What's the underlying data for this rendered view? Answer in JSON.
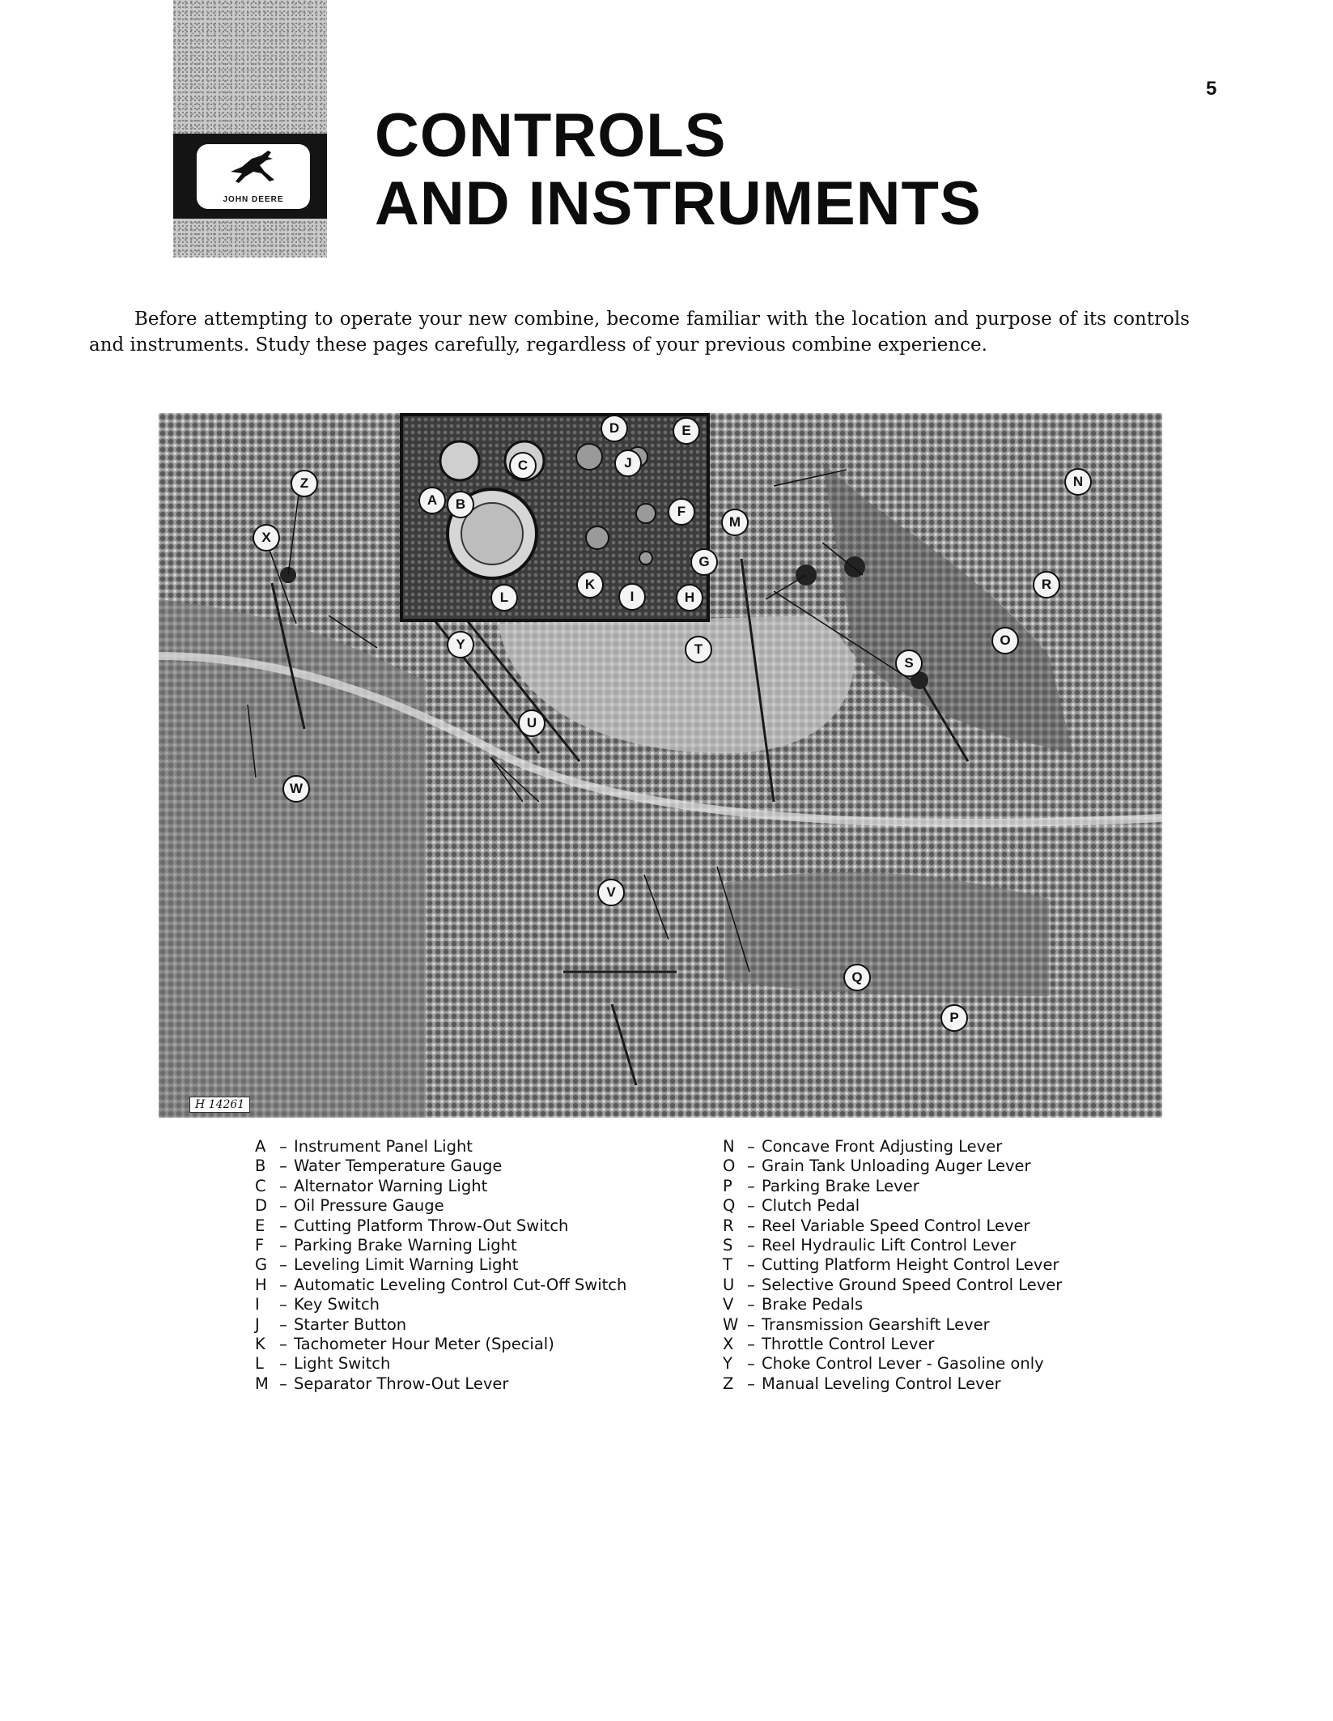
{
  "page": {
    "number": "5",
    "brand": "JOHN DEERE",
    "title_line1": "CONTROLS",
    "title_line2": "AND INSTRUMENTS",
    "intro": "Before attempting to operate your new combine, become familiar with the location and purpose of its controls and instruments. Study these pages carefully, regardless of your previous combine experience.",
    "figure_id": "H 14261"
  },
  "legend_left": [
    {
      "key": "A",
      "label": "Instrument Panel Light"
    },
    {
      "key": "B",
      "label": "Water Temperature Gauge"
    },
    {
      "key": "C",
      "label": "Alternator Warning Light"
    },
    {
      "key": "D",
      "label": "Oil Pressure Gauge"
    },
    {
      "key": "E",
      "label": "Cutting Platform Throw-Out Switch"
    },
    {
      "key": "F",
      "label": "Parking Brake Warning Light"
    },
    {
      "key": "G",
      "label": "Leveling Limit Warning Light"
    },
    {
      "key": "H",
      "label": "Automatic Leveling Control Cut-Off Switch"
    },
    {
      "key": "I",
      "label": "Key Switch"
    },
    {
      "key": "J",
      "label": "Starter Button"
    },
    {
      "key": "K",
      "label": "Tachometer Hour Meter (Special)"
    },
    {
      "key": "L",
      "label": "Light Switch"
    },
    {
      "key": "M",
      "label": "Separator Throw-Out Lever"
    }
  ],
  "legend_right": [
    {
      "key": "N",
      "label": "Concave Front Adjusting Lever"
    },
    {
      "key": "O",
      "label": "Grain Tank Unloading Auger Lever"
    },
    {
      "key": "P",
      "label": "Parking Brake Lever"
    },
    {
      "key": "Q",
      "label": "Clutch Pedal"
    },
    {
      "key": "R",
      "label": "Reel Variable Speed Control Lever"
    },
    {
      "key": "S",
      "label": "Reel Hydraulic Lift Control Lever"
    },
    {
      "key": "T",
      "label": "Cutting Platform Height Control Lever"
    },
    {
      "key": "U",
      "label": "Selective Ground Speed Control Lever"
    },
    {
      "key": "V",
      "label": "Brake Pedals"
    },
    {
      "key": "W",
      "label": "Transmission Gearshift Lever"
    },
    {
      "key": "X",
      "label": "Throttle Control Lever"
    },
    {
      "key": "Y",
      "label": "Choke Control Lever - Gasoline only"
    },
    {
      "key": "Z",
      "label": "Manual Leveling Control Lever"
    }
  ],
  "callouts": [
    "A",
    "B",
    "C",
    "D",
    "E",
    "F",
    "G",
    "H",
    "I",
    "J",
    "K",
    "L",
    "M",
    "N",
    "O",
    "P",
    "Q",
    "R",
    "S",
    "T",
    "U",
    "V",
    "W",
    "X",
    "Y",
    "Z"
  ],
  "colors": {
    "ink": "#111111",
    "halftone": "#9b9b9b",
    "panel": "#3c3c3c"
  }
}
